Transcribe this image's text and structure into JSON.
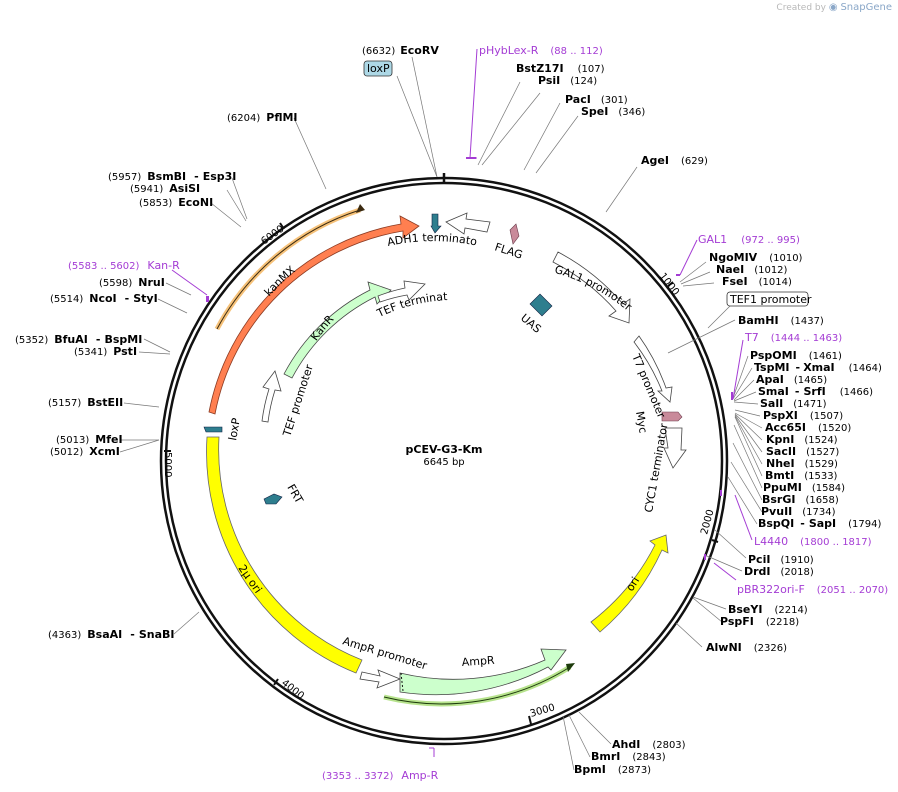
{
  "credit": {
    "prefix": "Created by",
    "brand": "SnapGene"
  },
  "plasmid": {
    "name": "pCEV-G3-Km",
    "size": "6645 bp"
  },
  "ticks": [
    "1000",
    "2000",
    "3000",
    "4000",
    "5000",
    "6000"
  ],
  "enzymes": [
    {
      "name": "EcoRV",
      "pos": "(6632)"
    },
    {
      "name": "BstZ17I",
      "pos": "(107)"
    },
    {
      "name": "PsiI",
      "pos": "(124)"
    },
    {
      "name": "PacI",
      "pos": "(301)"
    },
    {
      "name": "SpeI",
      "pos": "(346)"
    },
    {
      "name": "AgeI",
      "pos": "(629)"
    },
    {
      "name": "NgoMIV",
      "pos": "(1010)"
    },
    {
      "name": "NaeI",
      "pos": "(1012)"
    },
    {
      "name": "FseI",
      "pos": "(1014)"
    },
    {
      "name": "BamHI",
      "pos": "(1437)"
    },
    {
      "name": "PspOMI",
      "pos": "(1461)"
    },
    {
      "name": "TspMI",
      "name2": "XmaI",
      "pos": "(1464)"
    },
    {
      "name": "ApaI",
      "pos": "(1465)"
    },
    {
      "name": "SmaI",
      "name2": "SrfI",
      "pos": "(1466)"
    },
    {
      "name": "SalI",
      "pos": "(1471)"
    },
    {
      "name": "PspXI",
      "pos": "(1507)"
    },
    {
      "name": "Acc65I",
      "pos": "(1520)"
    },
    {
      "name": "KpnI",
      "pos": "(1524)"
    },
    {
      "name": "SacII",
      "pos": "(1527)"
    },
    {
      "name": "NheI",
      "pos": "(1529)"
    },
    {
      "name": "BmtI",
      "pos": "(1533)"
    },
    {
      "name": "PpuMI",
      "pos": "(1584)"
    },
    {
      "name": "BsrGI",
      "pos": "(1658)"
    },
    {
      "name": "PvuII",
      "pos": "(1734)"
    },
    {
      "name": "BspQI",
      "name2": "SapI",
      "pos": "(1794)"
    },
    {
      "name": "PciI",
      "pos": "(1910)"
    },
    {
      "name": "DrdI",
      "pos": "(2018)"
    },
    {
      "name": "BseYI",
      "pos": "(2214)"
    },
    {
      "name": "PspFI",
      "pos": "(2218)"
    },
    {
      "name": "AlwNI",
      "pos": "(2326)"
    },
    {
      "name": "AhdI",
      "pos": "(2803)"
    },
    {
      "name": "BmrI",
      "pos": "(2843)"
    },
    {
      "name": "BpmI",
      "pos": "(2873)"
    },
    {
      "name": "BsaAI",
      "name2": "SnaBI",
      "pos": "(4363)"
    },
    {
      "name": "MfeI",
      "pos": "(5013)"
    },
    {
      "name": "XcmI",
      "pos": "(5012)"
    },
    {
      "name": "BstEII",
      "pos": "(5157)"
    },
    {
      "name": "BfuAI",
      "name2": "BspMI",
      "pos": "(5352)"
    },
    {
      "name": "PstI",
      "pos": "(5341)"
    },
    {
      "name": "NcoI",
      "name2": "StyI",
      "pos": "(5514)"
    },
    {
      "name": "NruI",
      "pos": "(5598)"
    },
    {
      "name": "EcoNI",
      "pos": "(5853)"
    },
    {
      "name": "AsiSI",
      "pos": "(5941)"
    },
    {
      "name": "BsmBI",
      "name2": "Esp3I",
      "pos": "(5957)"
    },
    {
      "name": "PflMI",
      "pos": "(6204)"
    }
  ],
  "primers": [
    {
      "name": "pHybLex-R",
      "range": "(88 .. 112)"
    },
    {
      "name": "GAL1",
      "range": "(972 .. 995)"
    },
    {
      "name": "T7",
      "range": "(1444 .. 1463)"
    },
    {
      "name": "L4440",
      "range": "(1800 .. 1817)"
    },
    {
      "name": "pBR322ori-F",
      "range": "(2051 .. 2070)"
    },
    {
      "name": "Amp-R",
      "range": "(3353 .. 3372)"
    },
    {
      "name": "Kan-R",
      "range": "(5583 .. 5602)"
    }
  ],
  "boxed_labels": {
    "loxp_top": "loxP",
    "tef1_promoter": "TEF1 promoter"
  },
  "features": {
    "adh1_terminator": "ADH1 terminator",
    "flag": "FLAG",
    "gal1_promoter": "GAL1 promoter",
    "uas": "UAS",
    "t7_promoter": "T7 promoter",
    "myc": "Myc",
    "cyc1_terminator": "CYC1 terminator",
    "ori": "ori",
    "ampr": "AmpR",
    "ampr_promoter": "AmpR promoter",
    "two_micron_ori": "2μ ori",
    "loxp": "loxP",
    "frt": "FRT",
    "kanmx": "kanMX",
    "kanr": "KanR",
    "tef_promoter": "TEF promoter",
    "tef_terminator": "TEF terminator"
  },
  "colors": {
    "primer": "#a43cd4",
    "kanmx": "#ff7f50",
    "resistance_gene": "#ccffcc",
    "ori": "#ffff00",
    "loxp_box": "#add8e6",
    "tag": "#c98a9a",
    "site": "#2e7e8e",
    "primer_bind_line": "#d2a04a",
    "green_primer_line": "#8fce5a"
  }
}
